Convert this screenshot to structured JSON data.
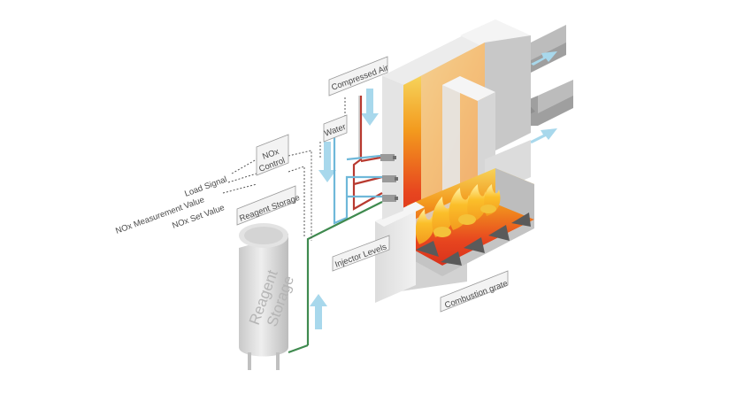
{
  "labels": {
    "compressed_air": "Compressed Air",
    "water": "Water",
    "nox_control_line1": "NOx",
    "nox_control_line2": "Control",
    "load_signal": "Load Signal",
    "nox_measurement": "NOx Measurement Value",
    "nox_set_value": "NOx Set Value",
    "reagent_storage": "Reagent Storage",
    "tank_line1": "Reagent",
    "tank_line2": "Storage",
    "injector_levels": "Injector Levels",
    "combustion_grate": "Combustion grate"
  },
  "colors": {
    "water_line": "#6fb8d9",
    "air_line": "#b83a30",
    "reagent_line": "#3f8a4f",
    "flow_arrow": "#a8d8ec",
    "flame_core": "#f5a00e",
    "flame_red": "#e8361f"
  }
}
